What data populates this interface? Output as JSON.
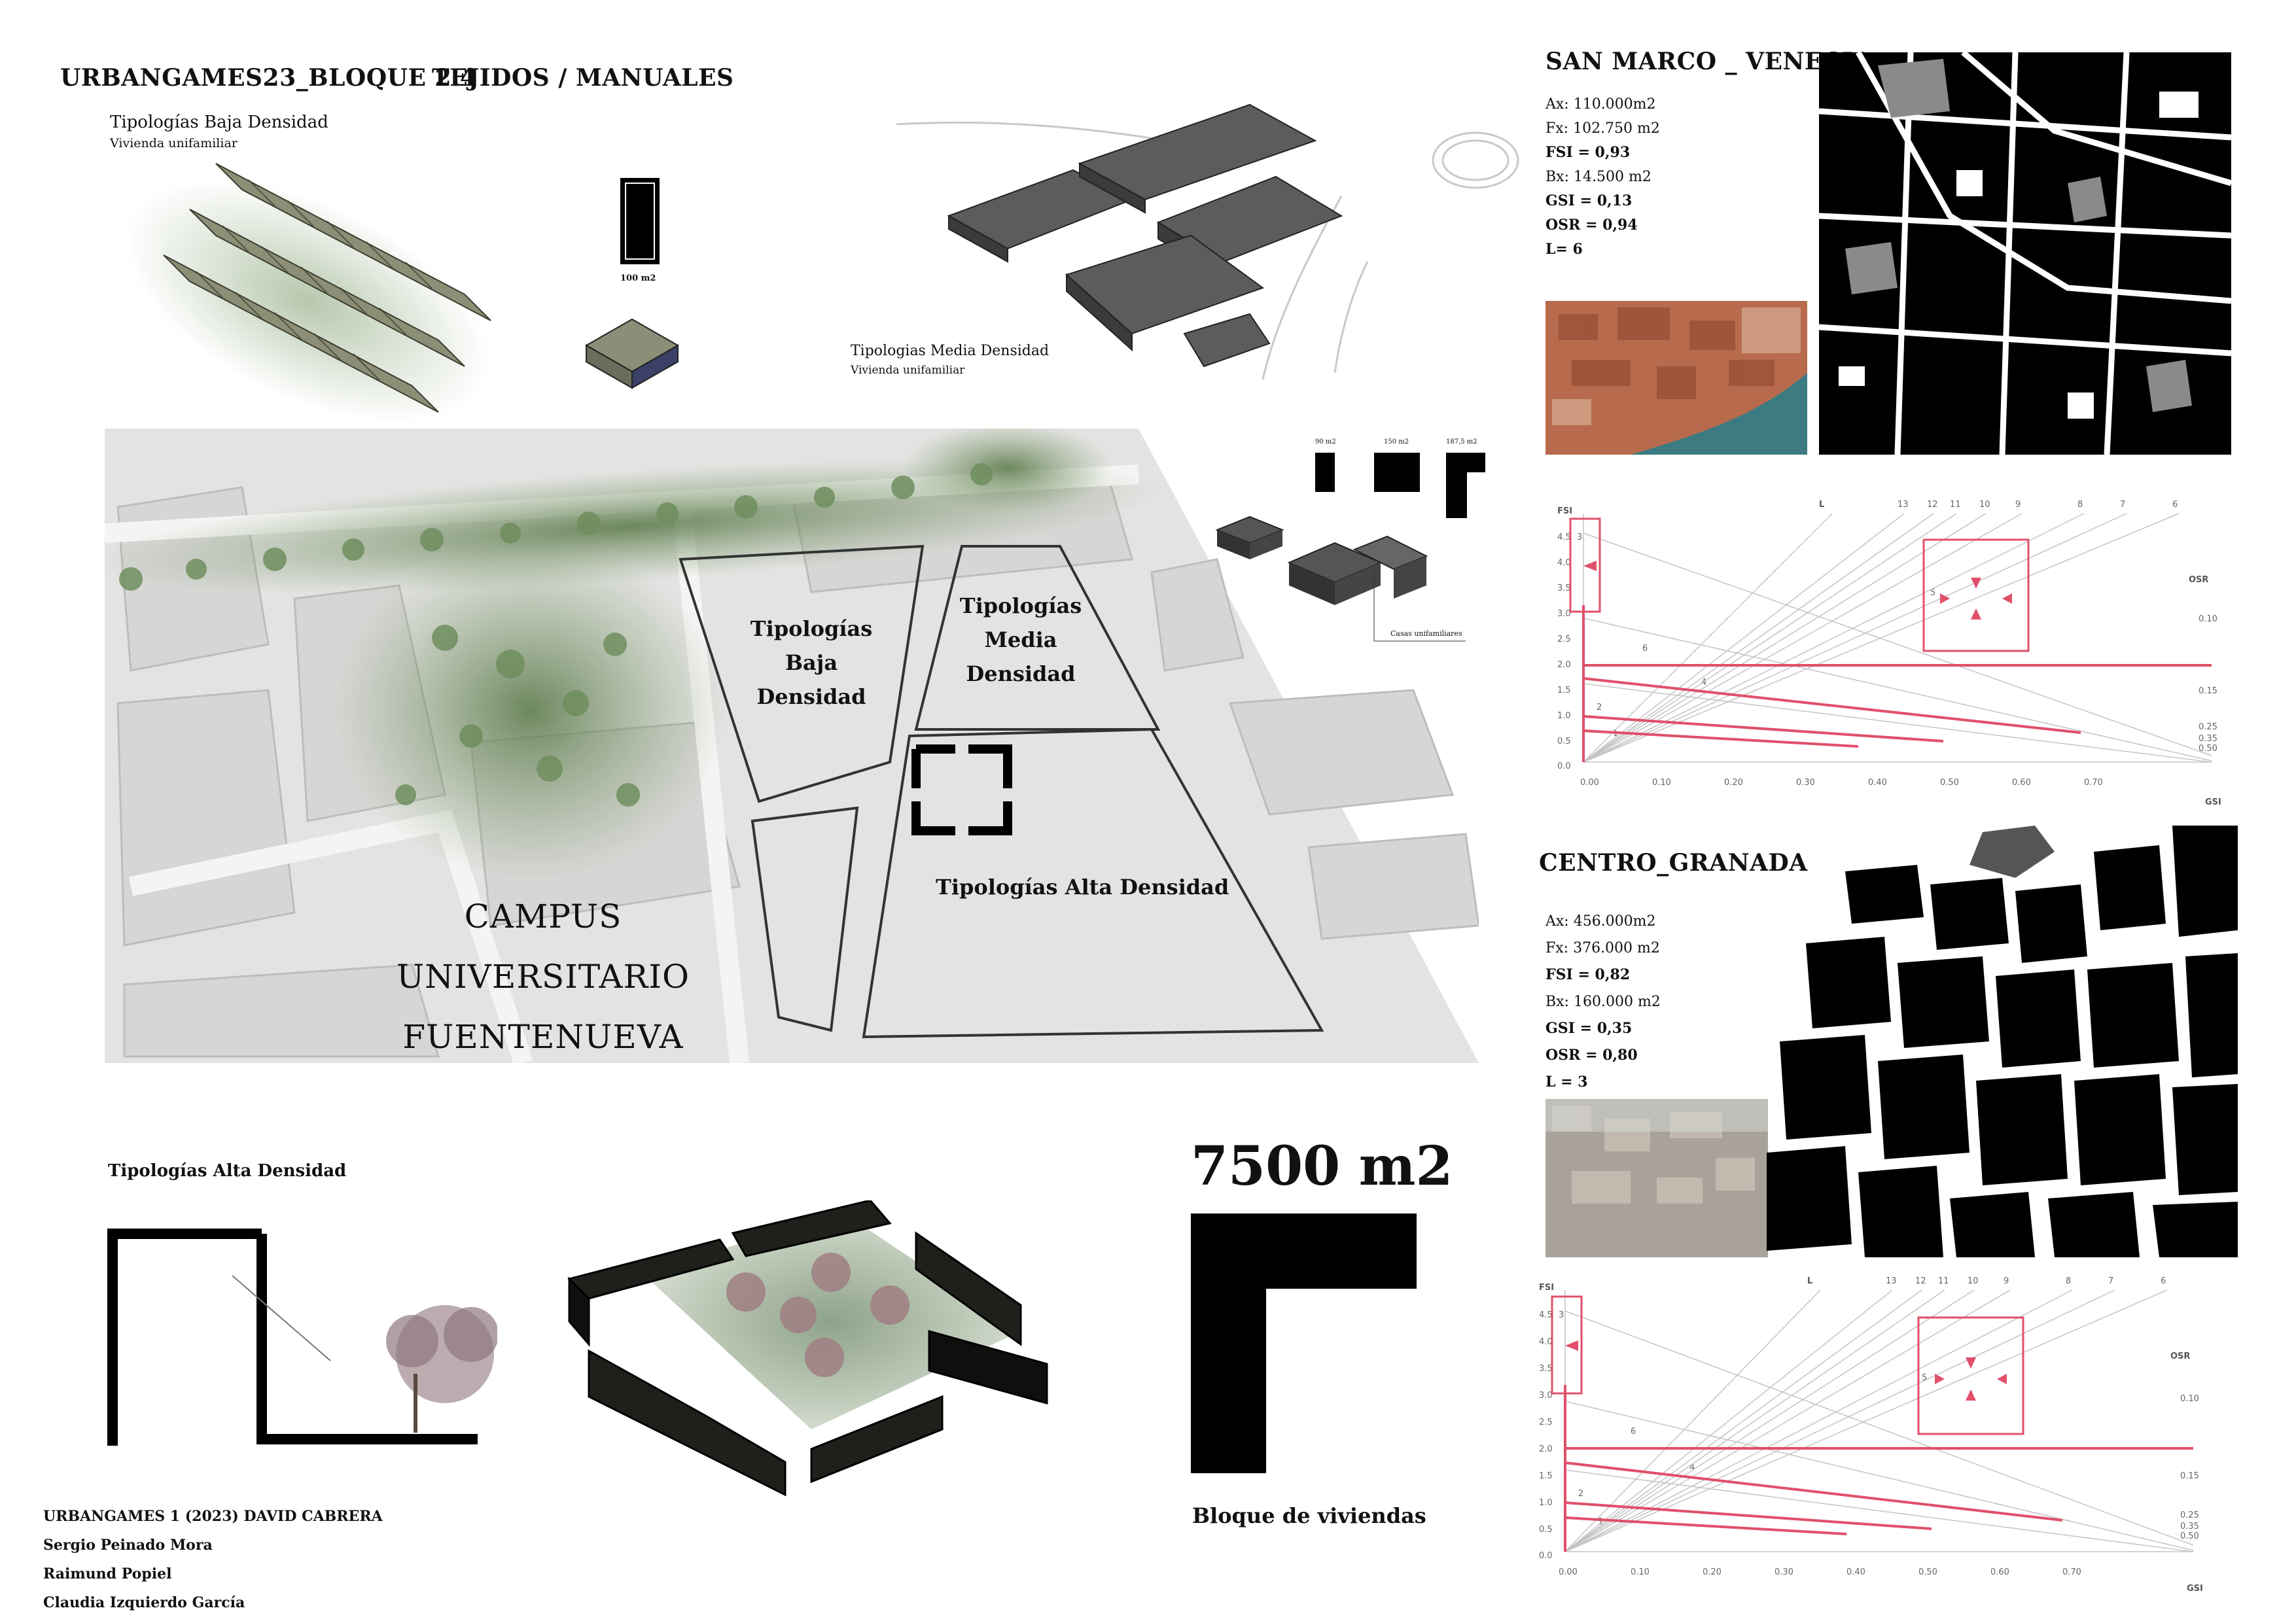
{
  "header": {
    "title": "URBANGAMES23_BLOQUE 2.4",
    "subtitle": "TEJIDOS / MANUALES"
  },
  "low_density": {
    "title": "Tipologías Baja Densidad",
    "subtitle": "Vivienda unifamiliar",
    "unit_label": "100 m2"
  },
  "medium_density": {
    "title": "Tipologias Media Densidad",
    "subtitle": "Vivienda unifamiliar"
  },
  "map": {
    "label_low": [
      "Tipologías",
      "Baja",
      "Densidad"
    ],
    "label_medium": [
      "Tipologías",
      "Media",
      "Densidad"
    ],
    "label_high": "Tipologías Alta Densidad",
    "campus": [
      "CAMPUS",
      "UNIVERSITARIO",
      "FUENTENUEVA"
    ]
  },
  "house_types": {
    "sizes": [
      "90 m2",
      "150 m2",
      "187,5 m2"
    ],
    "caption": "Casas unifamiliares"
  },
  "high_density": {
    "title": "Tipologías Alta Densidad",
    "area": "7500 m2",
    "block_caption": "Bloque de viviendas"
  },
  "credits": [
    "URBANGAMES 1 (2023) DAVID CABRERA",
    "Sergio Peinado Mora",
    "Raimund Popiel",
    "Claudia Izquierdo García"
  ],
  "venecia": {
    "title": "SAN MARCO _ VENECIA",
    "stats": [
      {
        "text": "Ax: 110.000m2",
        "bold": false
      },
      {
        "text": "Fx: 102.750 m2",
        "bold": false
      },
      {
        "text": "FSI = 0,93",
        "bold": true
      },
      {
        "text": "Bx: 14.500 m2",
        "bold": false
      },
      {
        "text": "GSI = 0,13",
        "bold": true
      },
      {
        "text": "OSR = 0,94",
        "bold": true
      },
      {
        "text": "L= 6",
        "bold": true
      }
    ]
  },
  "granada": {
    "title": "CENTRO_GRANADA",
    "stats": [
      {
        "text": "Ax: 456.000m2",
        "bold": false
      },
      {
        "text": "Fx: 376.000 m2",
        "bold": false
      },
      {
        "text": "FSI = 0,82",
        "bold": true
      },
      {
        "text": "Bx: 160.000 m2",
        "bold": false
      },
      {
        "text": "GSI = 0,35",
        "bold": true
      },
      {
        "text": "OSR = 0,80",
        "bold": true
      },
      {
        "text": "L = 3",
        "bold": true
      }
    ]
  },
  "spacemate": {
    "fsi_label": "FSI",
    "gsi_label": "GSI",
    "osr_label": "OSR",
    "l_label": "L",
    "y_ticks": [
      "4.5",
      "4.0",
      "3.5",
      "3.0",
      "2.5",
      "2.0",
      "1.5",
      "1.0",
      "0.5",
      "0.0"
    ],
    "x_ticks": [
      "0.00",
      "0.10",
      "0.20",
      "0.30",
      "0.40",
      "0.50",
      "0.60",
      "0.70"
    ],
    "top_ticks": [
      "13",
      "12",
      "11",
      "10",
      "9",
      "8",
      "7",
      "6"
    ],
    "osr_ticks": [
      "0.10",
      "0.15",
      "0.25",
      "0.35",
      "0.50"
    ],
    "inner_labels": [
      "3",
      "6",
      "4",
      "2",
      "1",
      "5"
    ]
  }
}
